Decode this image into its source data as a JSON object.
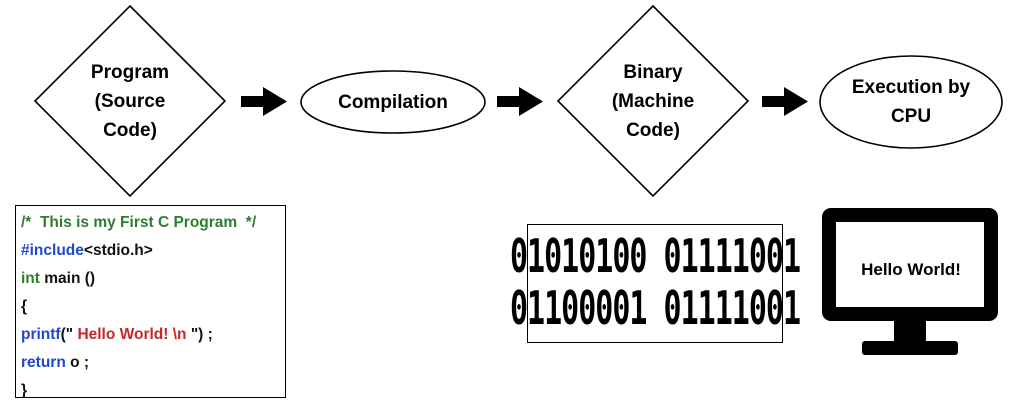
{
  "steps": {
    "program": {
      "lines": [
        "Program",
        "(Source",
        "Code)"
      ]
    },
    "compilation": {
      "label": "Compilation"
    },
    "binary": {
      "lines": [
        "Binary",
        "(Machine",
        "Code)"
      ]
    },
    "execution": {
      "lines": [
        "Execution by",
        "CPU"
      ]
    }
  },
  "code_sample": {
    "comment": "/*  This is my First C Program  */",
    "include_kw": "#include",
    "include_header": "<stdio.h>",
    "main_type": "int",
    "main_decl": " main ()",
    "open_brace": "{",
    "printf_kw": "printf",
    "printf_open": "(\" ",
    "printf_text": "Hello World! \\n",
    "printf_close": " \") ;",
    "return_kw": "return",
    "return_value": " o ;",
    "close_brace": "}"
  },
  "binary_output": {
    "rows": [
      "01010100 01111001",
      "01100001 01111001"
    ]
  },
  "screen_output": {
    "text": "Hello World!"
  },
  "colors": {
    "comment": "#2e7d32",
    "keyword": "#1f49c7",
    "string": "#c62828",
    "stroke": "#000000"
  }
}
